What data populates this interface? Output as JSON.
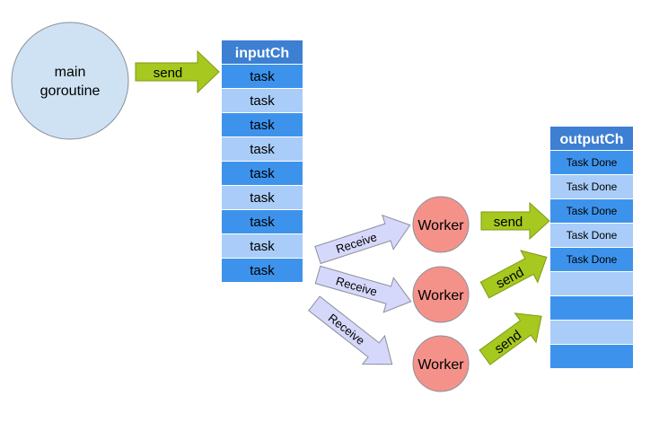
{
  "colors": {
    "circle_main": "#cfe2f3",
    "worker": "#f4928a",
    "header": "#3d7fd2",
    "cell_dark": "#3d93ec",
    "cell_light": "#a9cdf8",
    "send_arrow": "#a6c81f",
    "receive_arrow": "#d6d8fb",
    "stroke": "#8a8f99"
  },
  "main_goroutine": {
    "line1": "main",
    "line2": "goroutine"
  },
  "main_send_label": "send",
  "input_channel": {
    "title": "inputCh",
    "cells": [
      "task",
      "task",
      "task",
      "task",
      "task",
      "task",
      "task",
      "task",
      "task"
    ]
  },
  "workers": [
    {
      "label": "Worker",
      "receive_label": "Receive",
      "send_label": "send"
    },
    {
      "label": "Worker",
      "receive_label": "Receive",
      "send_label": "send"
    },
    {
      "label": "Worker",
      "receive_label": "Receive",
      "send_label": "send"
    }
  ],
  "output_channel": {
    "title": "outputCh",
    "cells": [
      "Task Done",
      "Task Done",
      "Task Done",
      "Task Done",
      "Task Done",
      "",
      "",
      "",
      ""
    ]
  }
}
